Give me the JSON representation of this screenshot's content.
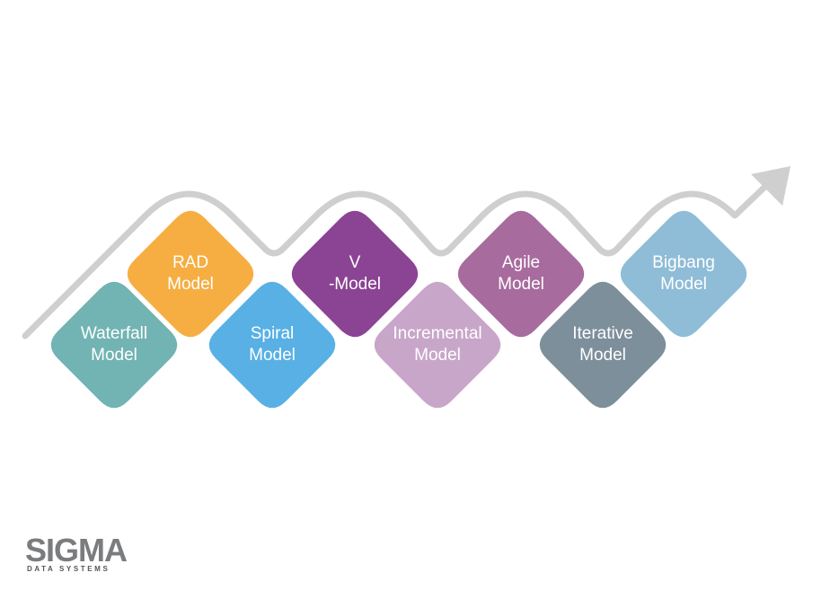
{
  "tiles": [
    {
      "id": "waterfall",
      "line1": "Waterfall",
      "line2": "Model",
      "color": "#72b3b4"
    },
    {
      "id": "rad",
      "line1": "RAD",
      "line2": "Model",
      "color": "#f6ae42"
    },
    {
      "id": "spiral",
      "line1": "Spiral",
      "line2": "Model",
      "color": "#58b0e4"
    },
    {
      "id": "v-model",
      "line1": "V",
      "line2": "-Model",
      "color": "#8b4394"
    },
    {
      "id": "incremental",
      "line1": "Incremental",
      "line2": "Model",
      "color": "#c8a6c9"
    },
    {
      "id": "agile",
      "line1": "Agile",
      "line2": "Model",
      "color": "#a76b9e"
    },
    {
      "id": "iterative",
      "line1": "Iterative",
      "line2": "Model",
      "color": "#7d8f9b"
    },
    {
      "id": "bigbang",
      "line1": "Bigbang",
      "line2": "Model",
      "color": "#8fbcd6"
    }
  ],
  "arrow": {
    "color": "#cfcfcf"
  },
  "logo": {
    "main": "SIGMA",
    "sub": "DATA SYSTEMS"
  }
}
